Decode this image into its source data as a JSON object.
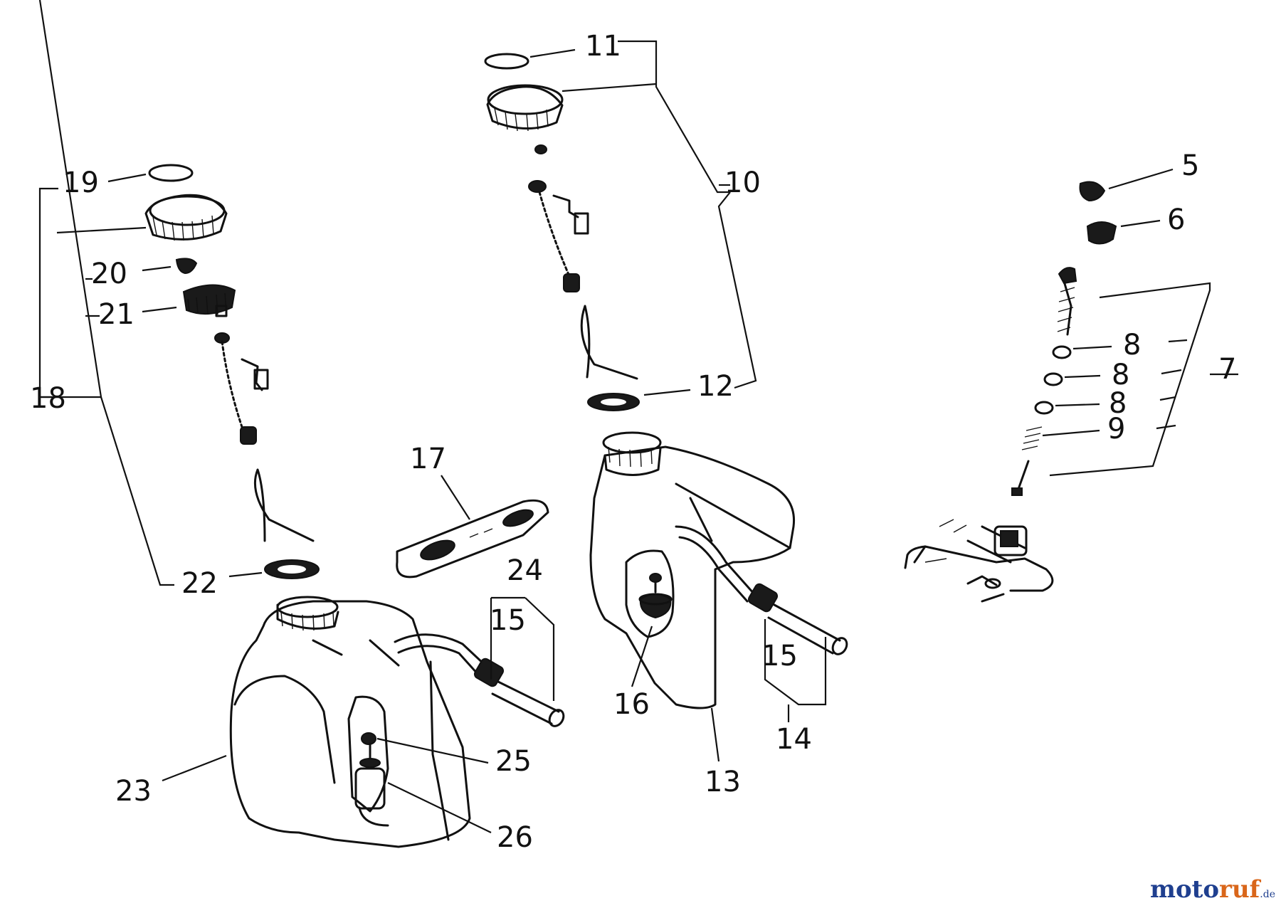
{
  "labels": {
    "l5": "5",
    "l6": "6",
    "l7": "7",
    "l8a": "8",
    "l8b": "8",
    "l8c": "8",
    "l9": "9",
    "l10": "10",
    "l11": "11",
    "l12": "12",
    "l13": "13",
    "l14": "14",
    "l15a": "15",
    "l15b": "15",
    "l16": "16",
    "l17": "17",
    "l18": "18",
    "l19": "19",
    "l20": "20",
    "l21": "21",
    "l22": "22",
    "l23": "23",
    "l24": "24",
    "l25": "25",
    "l26": "26"
  },
  "watermark": {
    "part1": "moto",
    "part2": "ruf",
    "suffix": ".de"
  }
}
